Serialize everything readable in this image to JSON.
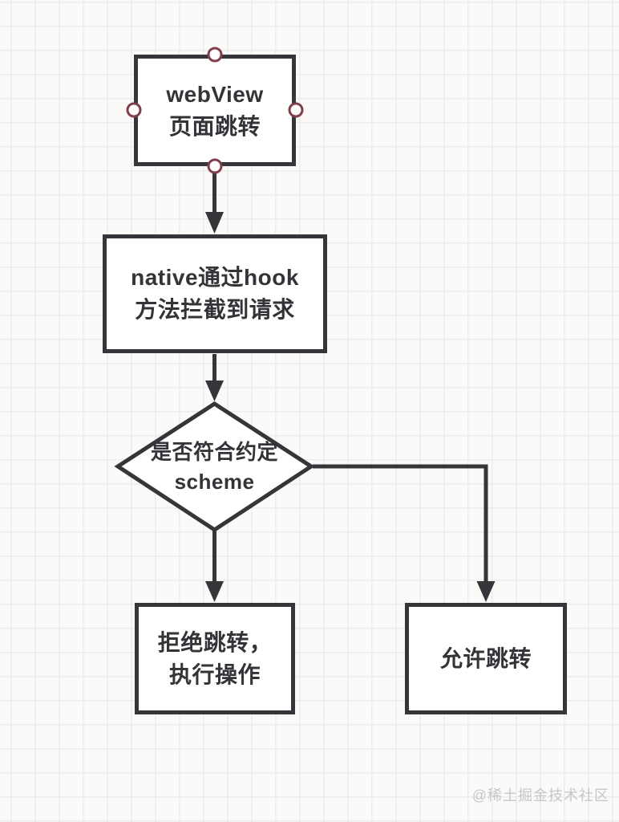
{
  "theme": {
    "canvas-bg": "#fbfaf9",
    "grid-line": "#ececec",
    "stroke-color": "#35353a",
    "text-color": "#333338",
    "node-fill": "#ffffff",
    "handle-border": "#7f3e4a",
    "handle-fill": "#ffffff",
    "watermark-color": "#c6c6c6"
  },
  "nodes": {
    "start": {
      "shape": "rectangle",
      "selected": true,
      "lines": [
        "webView",
        "页面跳转"
      ]
    },
    "hook": {
      "shape": "rectangle",
      "lines": [
        "native通过hook",
        "方法拦截到请求"
      ]
    },
    "decision": {
      "shape": "diamond",
      "lines": [
        "是否符合约定",
        "scheme"
      ]
    },
    "reject": {
      "shape": "rectangle",
      "lines": [
        "拒绝跳转，",
        "执行操作"
      ]
    },
    "allow": {
      "shape": "rectangle",
      "lines": [
        "允许跳转"
      ]
    }
  },
  "edges": [
    {
      "from": "start",
      "to": "hook"
    },
    {
      "from": "hook",
      "to": "decision"
    },
    {
      "from": "decision",
      "to": "reject"
    },
    {
      "from": "decision",
      "to": "allow"
    }
  ],
  "watermark": "@稀土掘金技术社区"
}
